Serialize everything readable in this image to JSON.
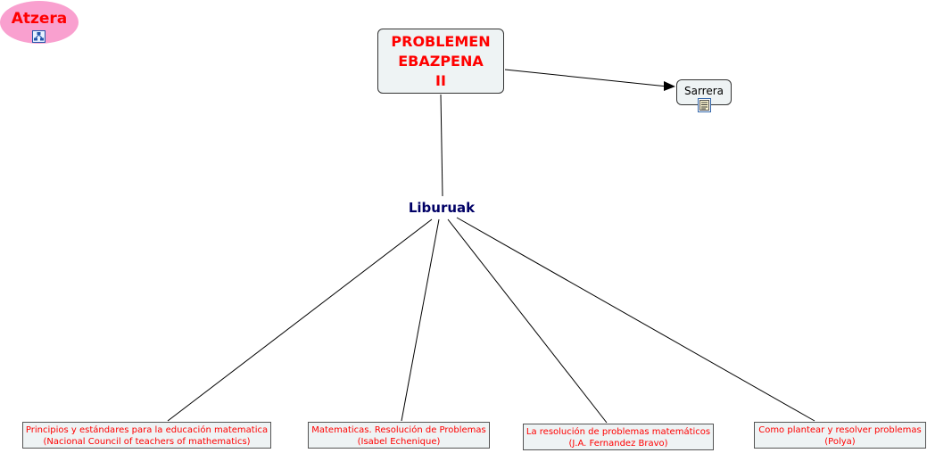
{
  "back_link": {
    "label": "Atzera",
    "icon": "concept-map-icon"
  },
  "main_topic": {
    "lines": [
      "PROBLEMEN",
      "EBAZPENA",
      "II"
    ]
  },
  "intro_node": {
    "label": "Sarrera",
    "icon": "document-icon"
  },
  "concept": {
    "label": "Liburuak"
  },
  "books": [
    {
      "title": "Principios y estándares para la educación matematica",
      "author": "(Nacional Council of teachers of mathematics)"
    },
    {
      "title": "Matematicas. Resolución de Problemas",
      "author": "(Isabel Echenique)"
    },
    {
      "title": "La resolución de problemas matemáticos",
      "author": "(J.A. Fernandez Bravo)"
    },
    {
      "title": "Como plantear y resolver problemas",
      "author": "(Polya)"
    }
  ],
  "colors": {
    "node_fill": "#eef3f4",
    "node_text_red": "#ff0000",
    "concept_text": "#000066",
    "back_fill": "#f9a0cf"
  }
}
